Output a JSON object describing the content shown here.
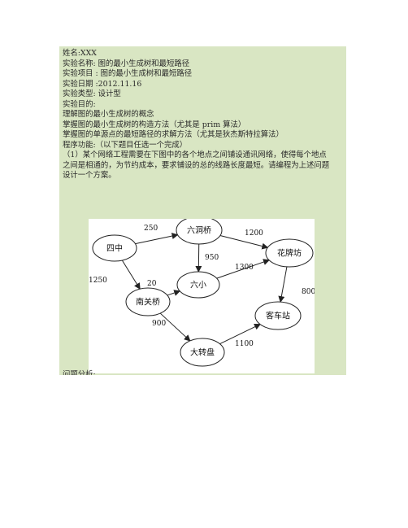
{
  "doc": {
    "name": "姓名:XXX",
    "exp_name": "实验名称: 图的最小生成树和最短路径",
    "exp_item": "实验项目 : 图的最小生成树和最短路径",
    "exp_date": "实验日期 :2012.11.16",
    "exp_type": "实验类型: 设计型",
    "purpose_title": "实验目的:",
    "purpose_1": "理解图的最小生成树的概念",
    "purpose_2": "掌握图的最小生成树的构造方法（尤其是 prim 算法）",
    "purpose_3": "掌握图的单源点的最短路径的求解方法（尤其是狄杰斯特拉算法）",
    "function_title": "程序功能:（以下题目任选一个完成）",
    "task_1": "（1）某个网络工程需要在下图中的各个地点之间铺设通讯网络，使得每个地点",
    "task_2": "之间是相通的，为节约成本，要求铺设的总的线路长度最短。请编程为上述问题",
    "task_3": "设计一个方案。",
    "cut_text": "问题分析:"
  },
  "graph": {
    "nodes": [
      {
        "id": "sz",
        "label": "四中"
      },
      {
        "id": "ldq",
        "label": "六洞桥"
      },
      {
        "id": "lx",
        "label": "六小"
      },
      {
        "id": "hpf",
        "label": "花牌坊"
      },
      {
        "id": "ngq",
        "label": "南关桥"
      },
      {
        "id": "kcz",
        "label": "客车站"
      },
      {
        "id": "dzp",
        "label": "大转盘"
      }
    ],
    "edges": [
      {
        "from": "sz",
        "to": "ldq",
        "weight": "250"
      },
      {
        "from": "ldq",
        "to": "hpf",
        "weight": "1200"
      },
      {
        "from": "ldq",
        "to": "lx",
        "weight": "950"
      },
      {
        "from": "lx",
        "to": "hpf",
        "weight": "1300"
      },
      {
        "from": "sz",
        "to": "ngq",
        "weight": "1250"
      },
      {
        "from": "ngq",
        "to": "lx",
        "weight": "20"
      },
      {
        "from": "hpf",
        "to": "kcz",
        "weight": "800"
      },
      {
        "from": "ngq",
        "to": "dzp",
        "weight": "900"
      },
      {
        "from": "dzp",
        "to": "kcz",
        "weight": "1100"
      }
    ]
  }
}
